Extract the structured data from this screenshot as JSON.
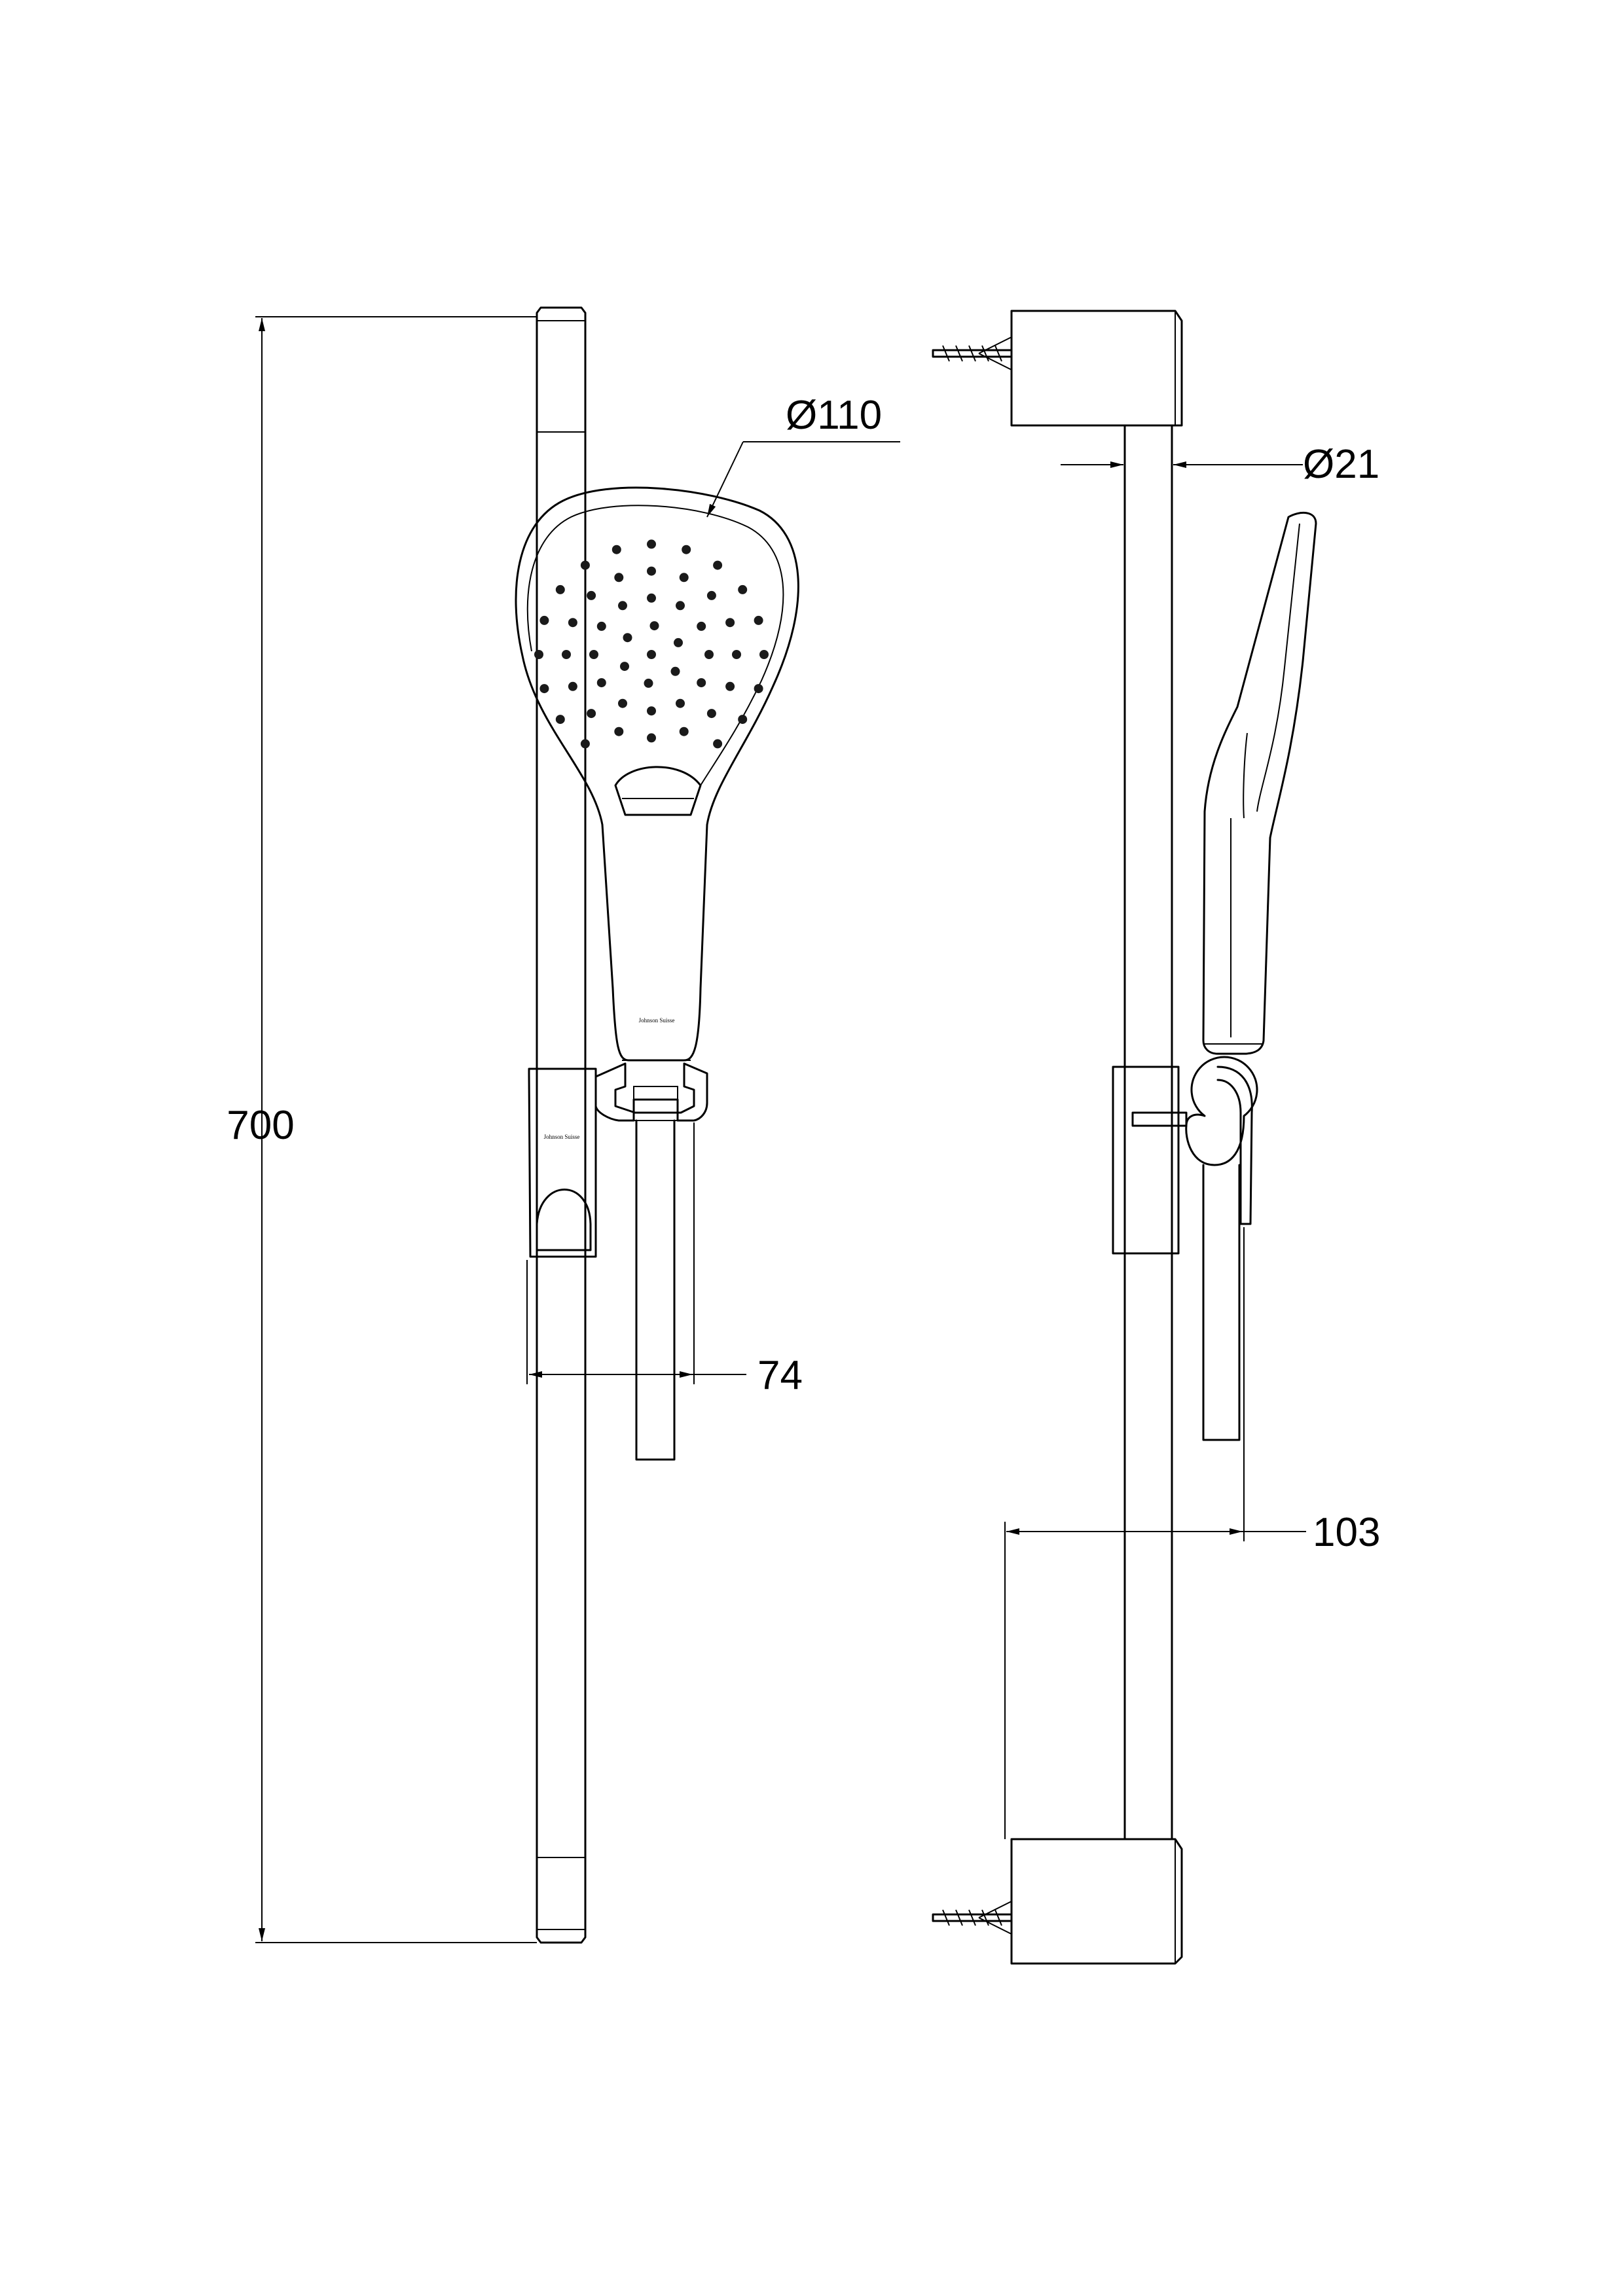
{
  "dimensions": {
    "overall_height": "700",
    "head_diameter": "Ø110",
    "rail_diameter": "Ø21",
    "holder_projection_front": "74",
    "holder_projection_side": "103"
  },
  "branding": {
    "logo_text": "Johnson Suisse"
  },
  "colors": {
    "line": "#000000",
    "background": "#ffffff"
  }
}
